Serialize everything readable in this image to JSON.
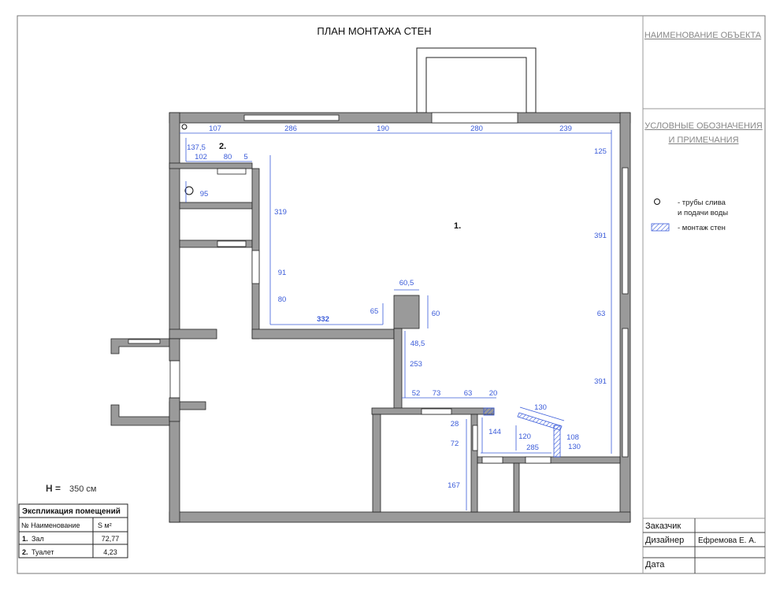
{
  "drawing": {
    "title": "ПЛАН МОНТАЖА СТЕН",
    "height_label": "H =",
    "height_value": "350 см"
  },
  "stamp": {
    "object_name": "НАИМЕНОВАНИЕ ОБЪЕКТА",
    "legend_title_1": "УСЛОВНЫЕ ОБОЗНАЧЕНИЯ",
    "legend_title_2": "И ПРИМЕЧАНИЯ",
    "legend_pipes_1": "- трубы слива",
    "legend_pipes_2": "и подачи воды",
    "legend_walls": "- монтаж стен",
    "customer_label": "Заказчик",
    "designer_label": "Дизайнер",
    "designer_name": "Ефремова Е. А.",
    "date_label": "Дата"
  },
  "rooms": [
    {
      "number": "1.",
      "name": "Зал",
      "area": "72,77"
    },
    {
      "number": "2.",
      "name": "Туалет",
      "area": "4,23"
    }
  ],
  "explication": {
    "title": "Экспликация помещений",
    "col_name": "№ Наименование",
    "col_area": "S м²"
  },
  "dimensions": {
    "top_107": "107",
    "top_286": "286",
    "top_190": "190",
    "top_280": "280",
    "top_239": "239",
    "toilet_137": "137,5",
    "toilet_102": "102",
    "toilet_80": "80",
    "toilet_5": "5",
    "d95": "95",
    "d319": "319",
    "d91": "91",
    "d80": "80",
    "d332": "332",
    "d65": "65",
    "d60_5": "60,5",
    "d60": "60",
    "d48_5": "48,5",
    "d253": "253",
    "d52": "52",
    "d73": "73",
    "d63b": "63",
    "d20": "20",
    "d130a": "130",
    "d144": "144",
    "d120": "120",
    "d108": "108",
    "d130b": "130",
    "d285": "285",
    "d28": "28",
    "d72": "72",
    "d167": "167",
    "d125": "125",
    "d391a": "391",
    "d63": "63",
    "d391b": "391"
  },
  "colors": {
    "wall": "#9a9a9a",
    "dimension": "#3a5bd9",
    "border": "#555555"
  }
}
